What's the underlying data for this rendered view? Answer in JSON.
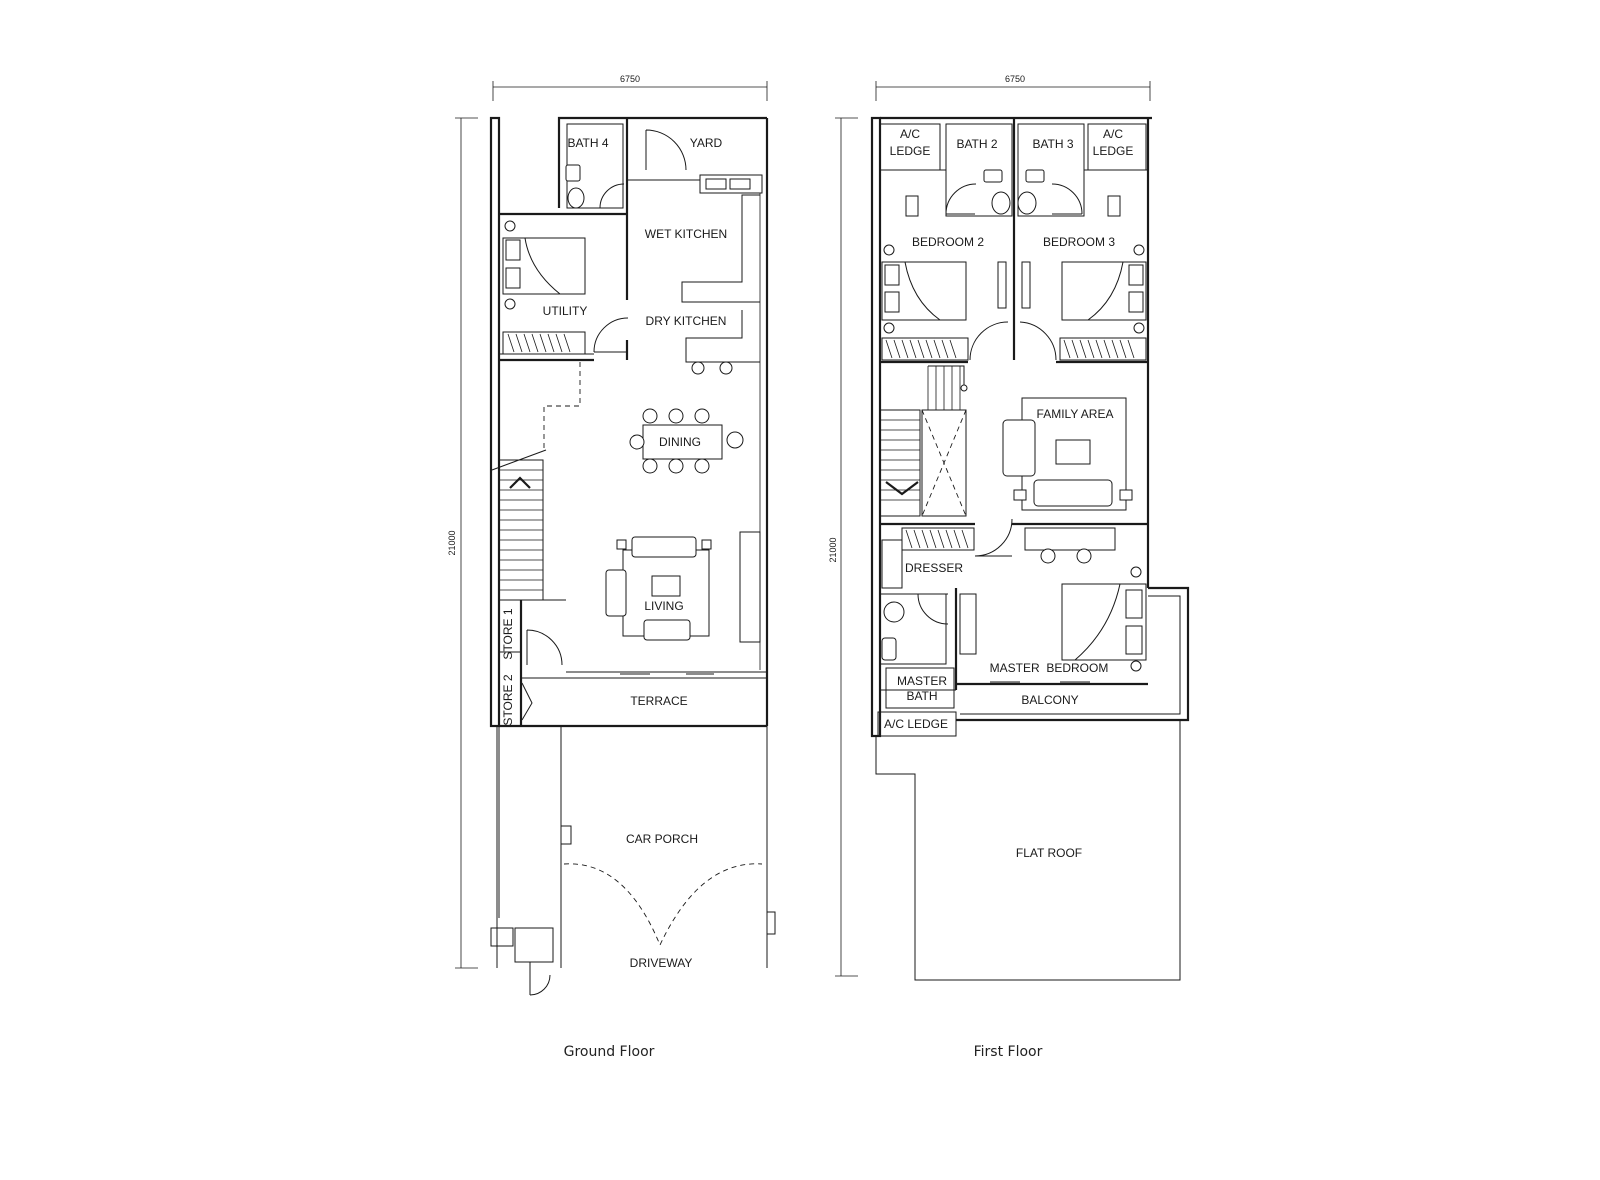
{
  "dimensions": {
    "width": "6750",
    "depth": "21000"
  },
  "ground_floor": {
    "caption": "Ground Floor",
    "rooms": {
      "bath4": "BATH 4",
      "yard": "YARD",
      "wet_kitchen": "WET KITCHEN",
      "utility": "UTILITY",
      "dry_kitchen": "DRY KITCHEN",
      "dining": "DINING",
      "living": "LIVING",
      "store1": "STORE 1",
      "store2": "STORE 2",
      "terrace": "TERRACE",
      "car_porch": "CAR PORCH",
      "driveway": "DRIVEWAY"
    }
  },
  "first_floor": {
    "caption": "First Floor",
    "rooms": {
      "ac_ledge_left": [
        "A/C",
        "LEDGE"
      ],
      "bath2": "BATH 2",
      "bath3": "BATH 3",
      "ac_ledge_right": [
        "A/C",
        "LEDGE"
      ],
      "bedroom2": "BEDROOM 2",
      "bedroom3": "BEDROOM 3",
      "family_area": "FAMILY AREA",
      "dresser": "DRESSER",
      "master_bath": [
        "MASTER",
        "BATH"
      ],
      "master_bedroom": "MASTER  BEDROOM",
      "ac_ledge_bottom": "A/C LEDGE",
      "balcony": "BALCONY",
      "flat_roof": "FLAT ROOF"
    }
  }
}
